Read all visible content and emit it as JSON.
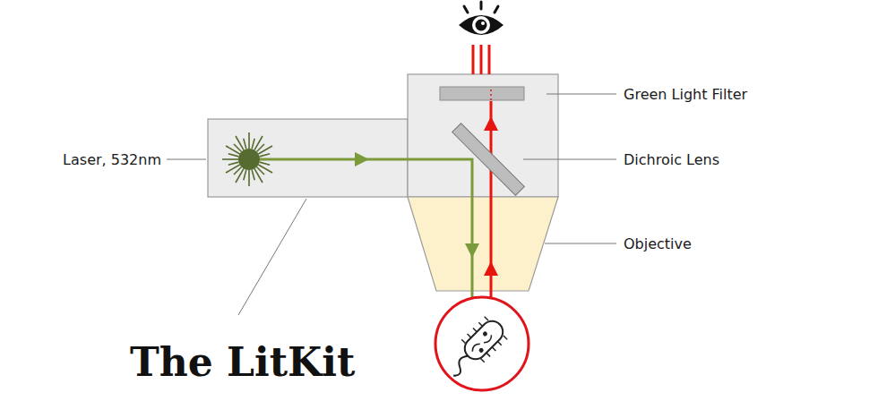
{
  "diagram": {
    "title": "The LitKit",
    "labels": [
      "Laser, 532nm",
      "Green Light Filter",
      "Dichroic Lens",
      "Objective"
    ]
  }
}
